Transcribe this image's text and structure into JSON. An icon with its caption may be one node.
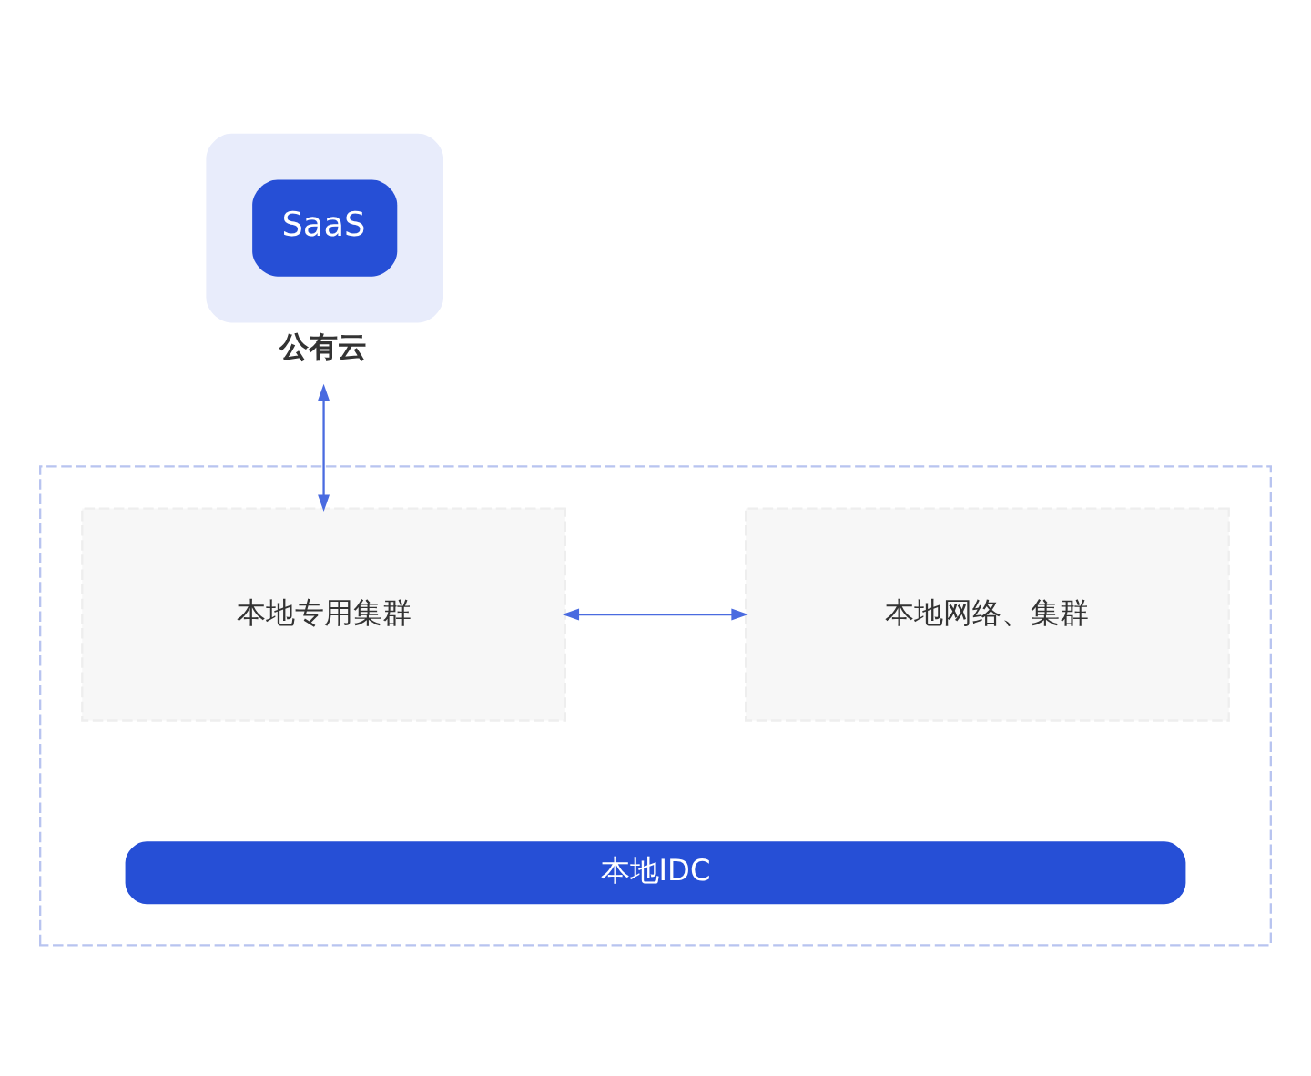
{
  "diagram": {
    "nodes": [
      {
        "text": [
          "SaaS"
        ],
        "beside": [
          "公有云"
        ]
      },
      {
        "text": [],
        "shape": "box"
      },
      {
        "text": [
          "本地网络、集群"
        ],
        "in": 1
      },
      {
        "text": [
          "本地专用集群"
        ],
        "in": 1
      },
      {
        "text": [
          "本地IDC"
        ],
        "in": 1
      }
    ],
    "edges": [
      {
        "from": 0,
        "to": 3,
        "arrow": "both"
      },
      {
        "from": 2,
        "to": 3,
        "arrow": "both"
      }
    ]
  }
}
